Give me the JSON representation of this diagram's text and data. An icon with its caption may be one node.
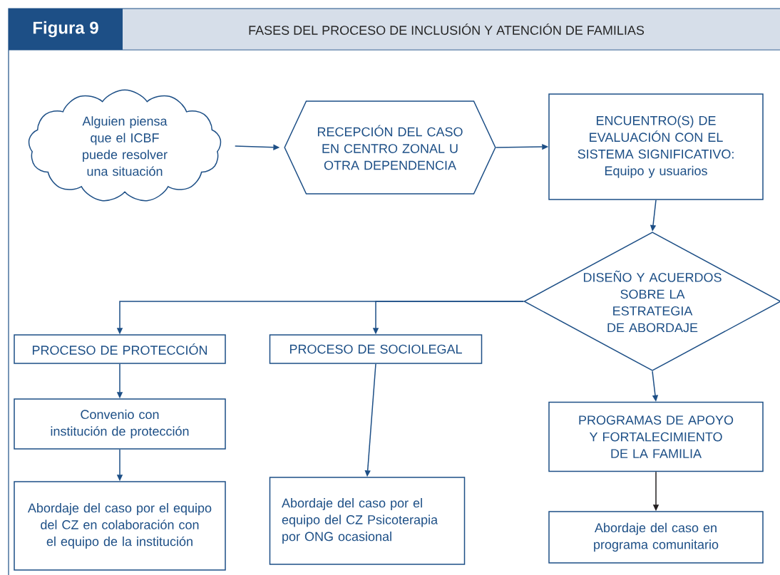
{
  "diagram": {
    "title": "FASES DEL PROCESO DE INCLUSIÓN Y ATENCIÓN DE FAMILIAS",
    "nodes": [
      {
        "text": [
          "Alguien piensa que el ICBF puede resolver una situación"
        ]
      },
      {
        "text": [
          "RECEPCIÓN DEL CASO EN CENTRO ZONAL U OTRA DEPENDENCIA"
        ]
      },
      {
        "text": [
          "ENCUENTRO(S) DE EVALUACIÓN CON EL SISTEMA SIGNIFICATIVO: Equipo y usuarios"
        ]
      },
      {
        "text": [
          "DISEÑO Y ACUERDOS SOBRE LA ESTRATEGIA DE ABORDAJE"
        ]
      },
      {
        "text": [
          "PROCESO DE PROTECCIÓN"
        ]
      },
      {
        "text": [
          "PROCESO DE SOCIOLEGAL"
        ]
      },
      {
        "text": [
          "Convenio con institución de protección"
        ]
      },
      {
        "text": [
          "Abordaje del caso por el equipo del CZ en colaboración con el equipo de la institución"
        ]
      },
      {
        "text": [
          "Abordaje del caso por el equipo del CZ Psicoterapia por ONG ocasional"
        ]
      },
      {
        "text": [
          "PROGRAMAS DE APOYO Y FORTALECIMIENTO DE LA FAMILIA"
        ]
      },
      {
        "text": [
          "Abordaje del caso en programa comunitario"
        ]
      }
    ],
    "edges": [
      {
        "from": 0,
        "to": 1,
        "arrow": "to"
      },
      {
        "from": 1,
        "to": 2,
        "arrow": "to"
      },
      {
        "from": 2,
        "to": 3,
        "arrow": "to"
      },
      {
        "from": 3,
        "to": 4,
        "arrow": "to"
      },
      {
        "from": 3,
        "to": 5,
        "arrow": "to"
      },
      {
        "from": 3,
        "to": 9,
        "arrow": "to"
      },
      {
        "from": 4,
        "to": 6,
        "arrow": "to"
      },
      {
        "from": 6,
        "to": 7,
        "arrow": "to"
      },
      {
        "from": 5,
        "to": 8,
        "arrow": "to"
      },
      {
        "from": 9,
        "to": 10,
        "arrow": "to",
        "color": "#231f20"
      }
    ],
    "labels": [
      "Figura 9"
    ]
  }
}
